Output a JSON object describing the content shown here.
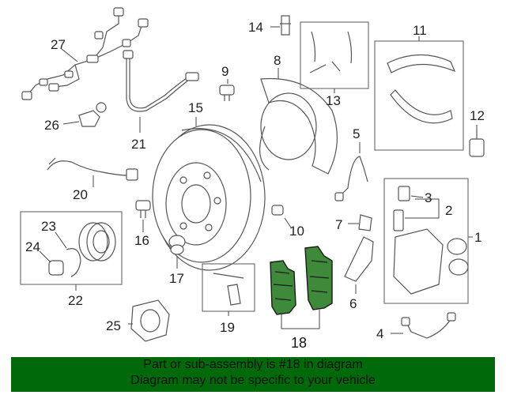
{
  "callouts": {
    "c1": "1",
    "c2": "2",
    "c3": "3",
    "c4": "4",
    "c5": "5",
    "c6": "6",
    "c7": "7",
    "c8": "8",
    "c9": "9",
    "c10": "10",
    "c11": "11",
    "c12": "12",
    "c13": "13",
    "c14": "14",
    "c15": "15",
    "c16": "16",
    "c17": "17",
    "c18": "18",
    "c19": "19",
    "c20": "20",
    "c21": "21",
    "c22": "22",
    "c23": "23",
    "c24": "24",
    "c25": "25",
    "c26": "26",
    "c27": "27"
  },
  "banner": {
    "line1": "Part or sub-assembly is #18 in diagram",
    "line2": "Diagram may not be specific to your vehicle"
  },
  "colors": {
    "highlight_part": "#3f8a3a",
    "banner_bg": "#00690a"
  }
}
